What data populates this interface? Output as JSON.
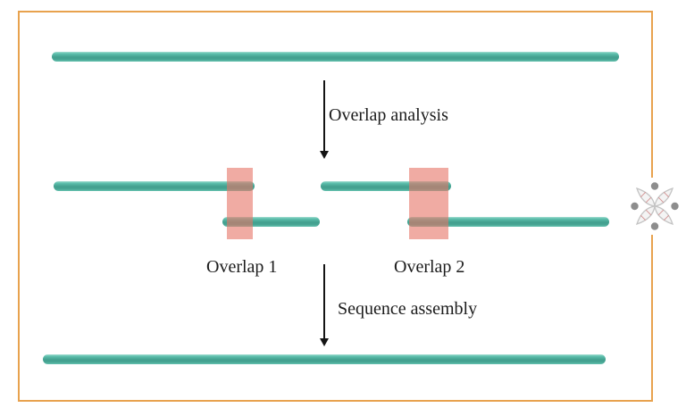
{
  "figure": {
    "background": "#ffffff",
    "border_color": "#e8a24e",
    "labels": {
      "overlap_analysis": "Overlap analysis",
      "sequence_assembly": "Sequence assembly",
      "overlap_1": "Overlap 1",
      "overlap_2": "Overlap 2"
    },
    "colors": {
      "sequence_bar_teal": "#45a592",
      "overlap_highlight_pink": "#f0a39b",
      "arrow_black": "#141414",
      "icon_gray": "#8d8d8d",
      "icon_rung_pink": "#d49494"
    },
    "icon": "dna-molecule-icon",
    "elements": {
      "source_sequence": "source sequence bar",
      "reads": [
        "read 1",
        "read 2",
        "read 3",
        "read 4"
      ],
      "assembled_sequence": "assembled sequence bar"
    }
  }
}
